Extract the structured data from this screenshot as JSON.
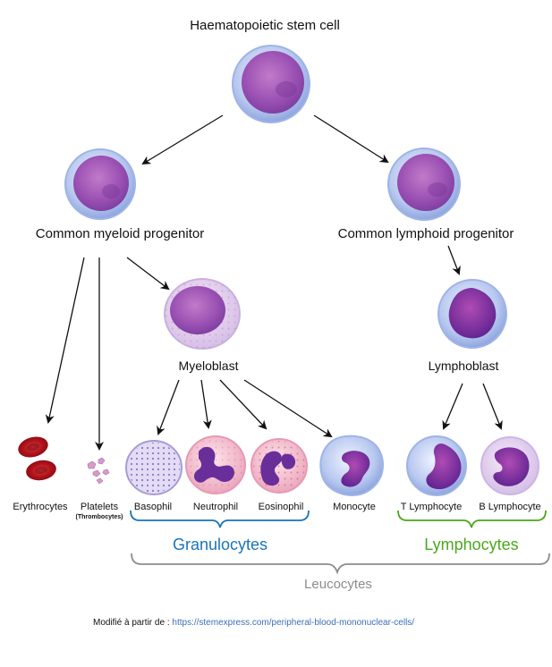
{
  "labels": {
    "stem": "Haematopoietic stem cell",
    "myeloid": "Common myeloid progenitor",
    "lymphoid": "Common lymphoid progenitor",
    "myeloblast": "Myeloblast",
    "lymphoblast": "Lymphoblast",
    "erythrocytes": "Erythrocytes",
    "platelets": "Platelets",
    "thrombocytes": "(Thrombocytes)",
    "basophil": "Basophil",
    "neutrophil": "Neutrophil",
    "eosinophil": "Eosinophil",
    "monocyte": "Monocyte",
    "t_lymphocyte": "T Lymphocyte",
    "b_lymphocyte": "B Lymphocyte"
  },
  "groups": {
    "granulocytes": "Granulocytes",
    "lymphocytes": "Lymphocytes",
    "leucocytes": "Leucocytes"
  },
  "footer": {
    "prefix": "Modifié à partir de :",
    "url": "https://stemexpress.com/peripheral-blood-mononuclear-cells/"
  },
  "colors": {
    "group_blue": "#1a74b8",
    "group_green": "#4aa81b",
    "group_grey": "#8c8c8c"
  }
}
